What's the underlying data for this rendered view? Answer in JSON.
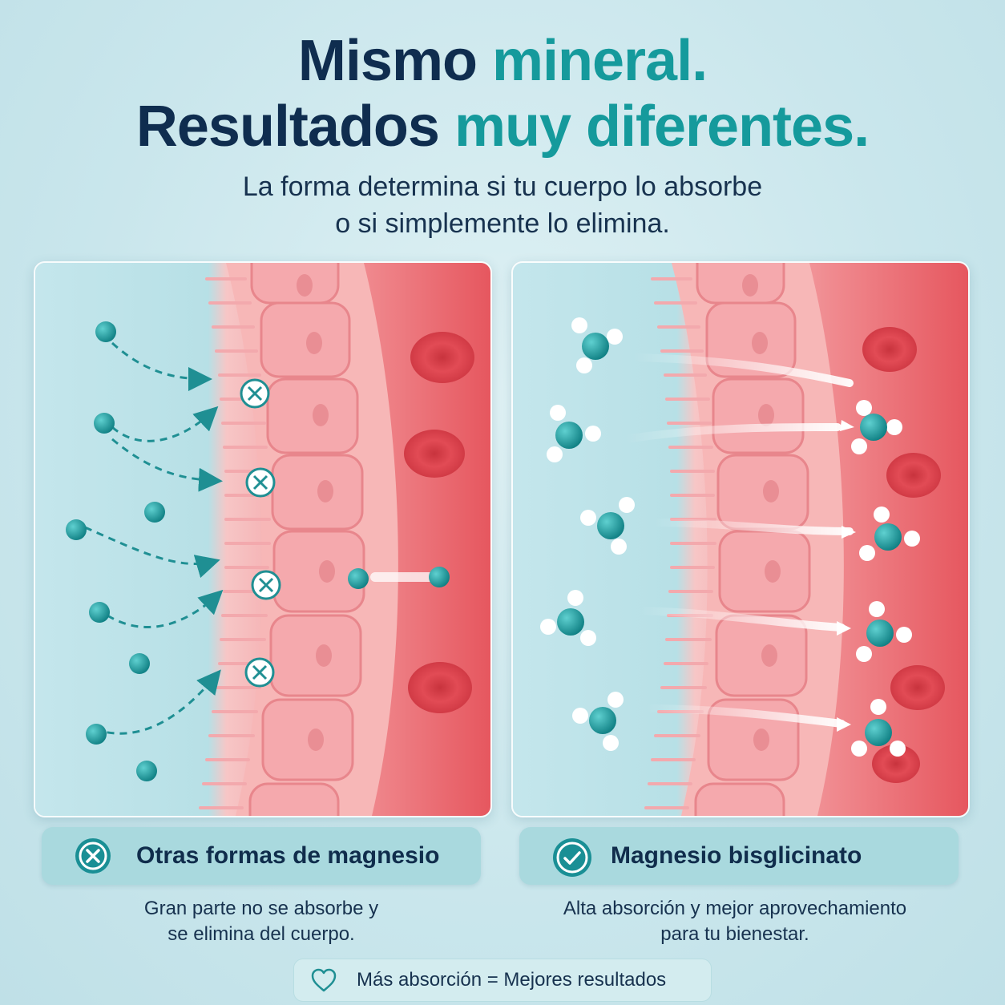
{
  "headline": {
    "line1_a": "Mismo ",
    "line1_b": "mineral.",
    "line2_a": "Resultados ",
    "line2_b": "muy diferentes."
  },
  "subtitle": {
    "line1": "La forma determina si tu cuerpo lo absorbe",
    "line2": "o si simplemente lo elimina."
  },
  "left": {
    "icon": "x-circle-icon",
    "title": "Otras formas de magnesio",
    "desc_line1": "Gran parte no se absorbe y",
    "desc_line2": "se elimina del cuerpo."
  },
  "right": {
    "icon": "check-circle-icon",
    "title": "Magnesio bisglicinato",
    "desc_line1": "Alta absorción y mejor aprovechamiento",
    "desc_line2": "para tu bienestar."
  },
  "footer": {
    "icon": "heart-icon",
    "text": "Más absorción = Mejores resultados"
  },
  "colors": {
    "navy": "#0f2d4f",
    "teal": "#159a9c",
    "tissue": "#f6b9b9",
    "blood": "#e8545f"
  }
}
